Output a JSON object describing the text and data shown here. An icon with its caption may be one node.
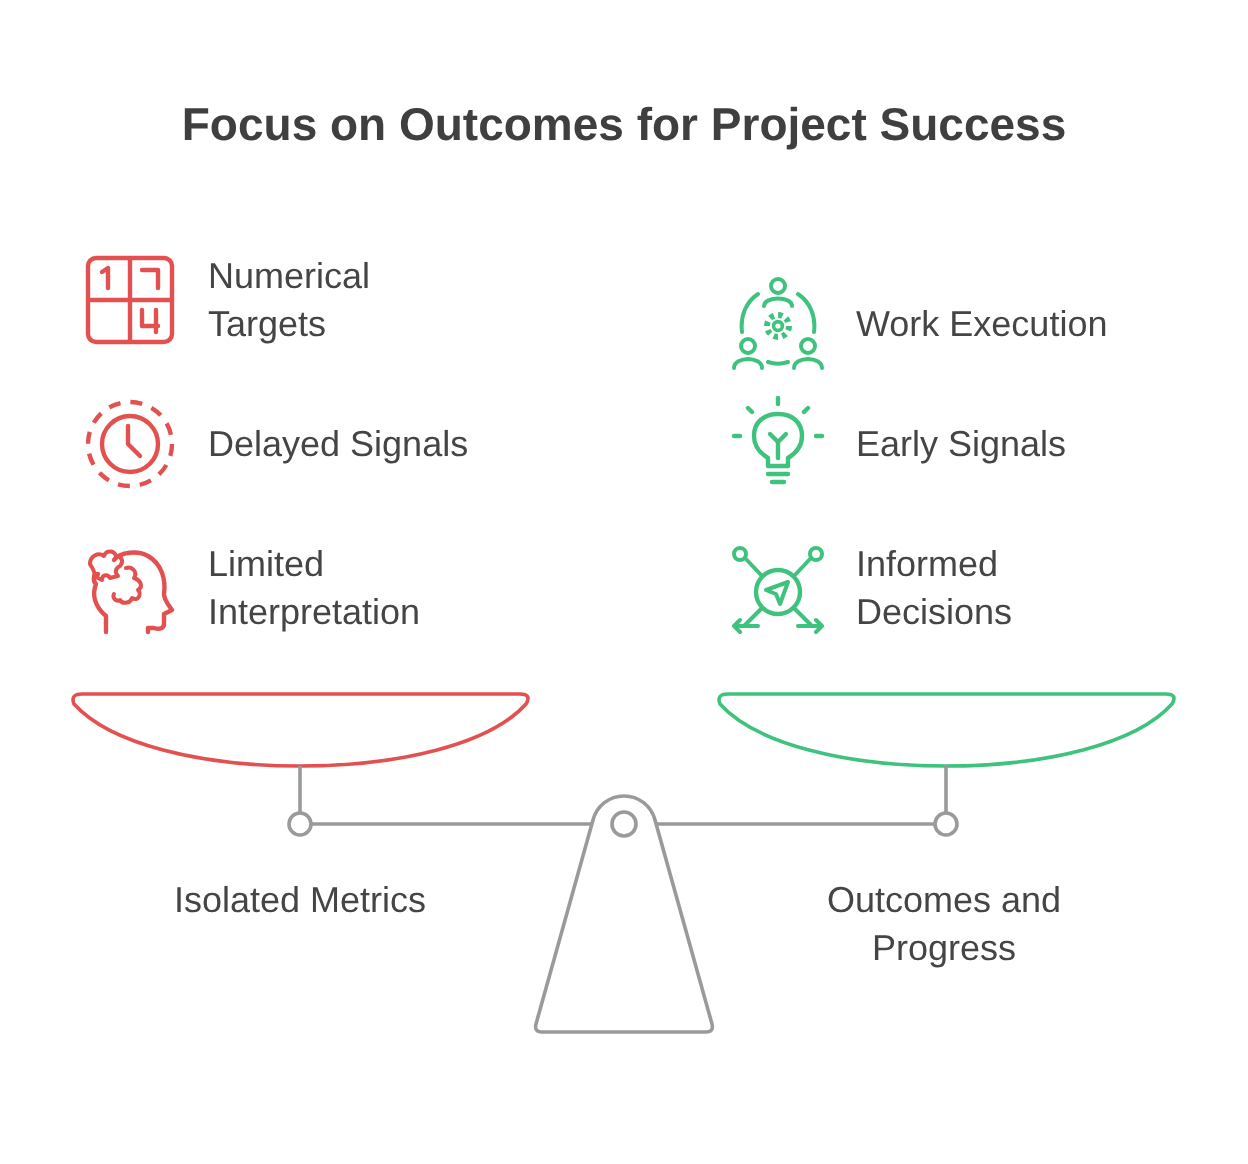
{
  "diagram": {
    "title": "Focus on Outcomes for Project Success",
    "labels": [
      "Numerical Targets",
      "Delayed Signals",
      "Limited Interpretation",
      "Work Execution",
      "Early Signals",
      "Informed Decisions",
      "Isolated Metrics",
      "Outcomes and Progress"
    ]
  }
}
